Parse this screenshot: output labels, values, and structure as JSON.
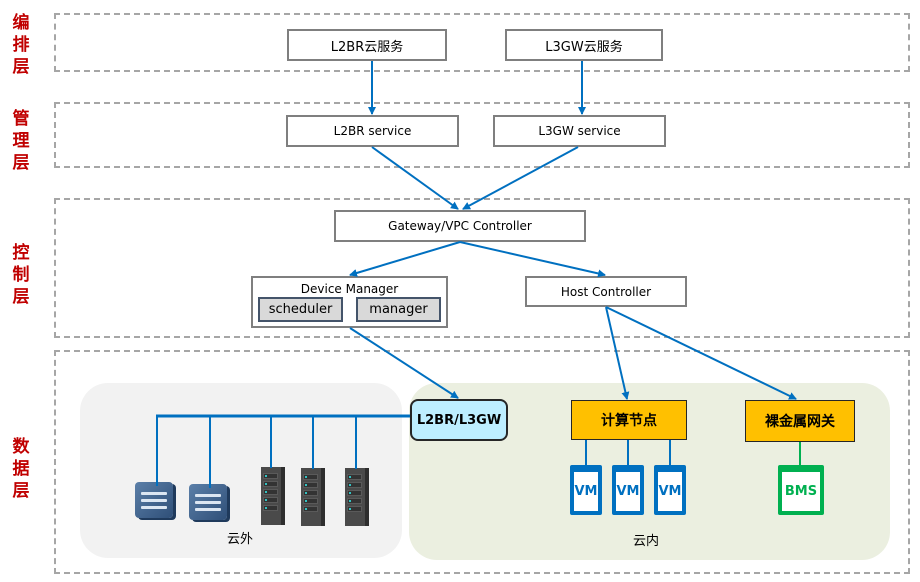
{
  "layers": {
    "orchestration": "编\n排\n层",
    "management": "管\n理\n层",
    "control": "控\n制\n层",
    "data": "数\n据\n层"
  },
  "orchestration": {
    "l2br_cloud_service": "L2BR云服务",
    "l3gw_cloud_service": "L3GW云服务"
  },
  "management": {
    "l2br_service": "L2BR service",
    "l3gw_service": "L3GW service"
  },
  "control": {
    "gateway_controller": "Gateway/VPC Controller",
    "device_manager": "Device Manager",
    "scheduler": "scheduler",
    "manager": "manager",
    "host_controller": "Host Controller"
  },
  "data_plane": {
    "gateway": "L2BR/L3GW",
    "compute_node": "计算节点",
    "bare_metal_gateway": "裸金属网关",
    "vm_label": "VM",
    "vms": [
      "VM",
      "VM",
      "VM"
    ],
    "bms": "BMS",
    "outside_cloud": "云外",
    "inside_cloud": "云内"
  },
  "colors": {
    "layer_label": "#c00000",
    "arrow": "#0070c0",
    "gateway_fill": "#bdeeff",
    "orange": "#ffc000",
    "vm": "#0070c0",
    "bms": "#00b050",
    "outside_zone": "#f2f2f2",
    "inside_zone": "#ebefe0"
  }
}
